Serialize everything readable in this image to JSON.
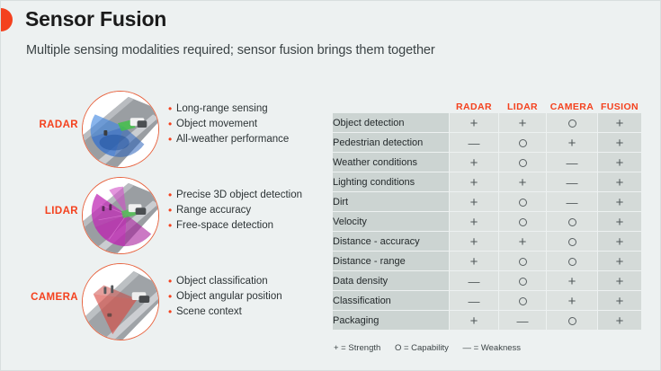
{
  "header": {
    "title": "Sensor Fusion",
    "subtitle": "Multiple sensing modalities required; sensor fusion brings them together",
    "accent_color": "#f4411e",
    "background_color": "#edf1f1"
  },
  "sensors": [
    {
      "name": "RADAR",
      "icon": "radar-cone-thumbnail",
      "beam_color": "#2f6fd0",
      "bullets": [
        "Long-range sensing",
        "Object movement",
        "All-weather performance"
      ]
    },
    {
      "name": "LIDAR",
      "icon": "lidar-cone-thumbnail",
      "beam_color": "#c02bb5",
      "bullets": [
        "Precise 3D object detection",
        "Range accuracy",
        "Free-space detection"
      ]
    },
    {
      "name": "CAMERA",
      "icon": "camera-cone-thumbnail",
      "beam_color": "#d9473f",
      "bullets": [
        "Object classification",
        "Object angular position",
        "Scene context"
      ]
    }
  ],
  "table": {
    "columns": [
      "RADAR",
      "LIDAR",
      "CAMERA",
      "FUSION"
    ],
    "rows": [
      {
        "label": "Object detection",
        "values": [
          "+",
          "+",
          "O",
          "+"
        ]
      },
      {
        "label": "Pedestrian detection",
        "values": [
          "-",
          "O",
          "+",
          "+"
        ]
      },
      {
        "label": "Weather conditions",
        "values": [
          "+",
          "O",
          "-",
          "+"
        ]
      },
      {
        "label": "Lighting conditions",
        "values": [
          "+",
          "+",
          "-",
          "+"
        ]
      },
      {
        "label": "Dirt",
        "values": [
          "+",
          "O",
          "-",
          "+"
        ]
      },
      {
        "label": "Velocity",
        "values": [
          "+",
          "O",
          "O",
          "+"
        ]
      },
      {
        "label": "Distance - accuracy",
        "values": [
          "+",
          "+",
          "O",
          "+"
        ]
      },
      {
        "label": "Distance - range",
        "values": [
          "+",
          "O",
          "O",
          "+"
        ]
      },
      {
        "label": "Data density",
        "values": [
          "-",
          "O",
          "+",
          "+"
        ]
      },
      {
        "label": "Classification",
        "values": [
          "-",
          "O",
          "+",
          "+"
        ]
      },
      {
        "label": "Packaging",
        "values": [
          "+",
          "-",
          "O",
          "+"
        ]
      }
    ],
    "legend": [
      "+ = Strength",
      "O = Capability",
      "— = Weakness"
    ]
  }
}
